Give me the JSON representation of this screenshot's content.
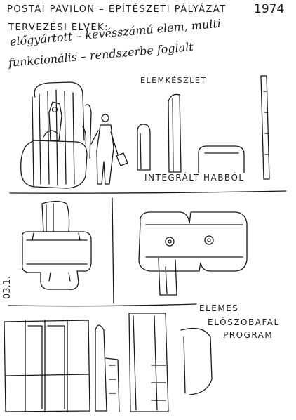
{
  "sheet": {
    "title": "POSTAI PAVILON – ÉPÍTÉSZETI PÁLYÁZAT",
    "year": "1974",
    "subtitle": "TERVEZÉSI ELVEK:",
    "principles_line1": "előgyártott – kevésszámú elem, multi",
    "principles_line2": "funkcionális – rendszerbe foglalt",
    "panel1_label": "ELEMKÉSZLET",
    "panel1_caption": "INTEGRÁLT HABBÓL",
    "date_note": "03.1.",
    "panel3_line1": "ELEMES",
    "panel3_line2": "ELŐSZOBAFAL",
    "panel3_line3": "PROGRAM"
  },
  "colors": {
    "ink": "#1a1a1a",
    "paper": "#ffffff"
  }
}
